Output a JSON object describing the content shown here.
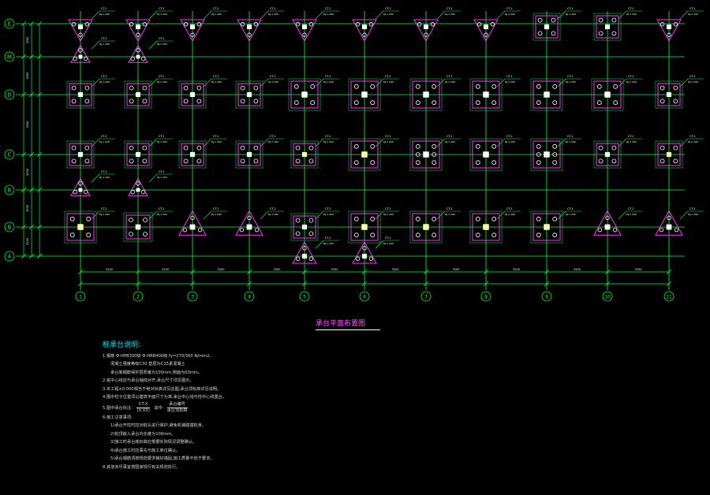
{
  "drawing": {
    "title": "承台平面布置图",
    "axes_letters": [
      "E",
      "M",
      "D",
      "C",
      "B",
      "B",
      "A"
    ],
    "axes_numbers": [
      "1",
      "2",
      "3",
      "4",
      "5",
      "6",
      "7",
      "8",
      "9",
      "10",
      "11"
    ],
    "cap_label": "CT-1",
    "cap_sub": "DJ-1 200",
    "dim_label": "3200",
    "colors": {
      "background": "#000000",
      "grid": "#00ff3c",
      "cap_outline": "#ff33ff",
      "pile": "#ffffff",
      "column": "#ffffaa",
      "text": "#ffffff"
    }
  },
  "notes": {
    "heading": "桩承台说明:",
    "line1": "1.钢筋 Φ-HPB300级 Φ-HRB400级 fy=270/360 N/mm2。",
    "line1a": "混凝土强度等级C30 垫层为C15素混凝土",
    "line1b": "承台底钢筋保护层厚度为100mm,侧面为50mm。",
    "line2": "2.桩中心线应与承台轴线对齐,承台尺寸详见图示。",
    "line3": "3.本工程±0.000相当于绝对标高详见总图,承台顶标高详见说明。",
    "line4": "4.图中柱子位置须以建筑平面尺寸为准,承台中心线与柱中心线重合。",
    "line5_pre": "5.图中承台标注:",
    "frac_top": "CT-X",
    "frac_bottom": "(X,XX)",
    "line5_mid": "其中",
    "frac2_top": "承台编号",
    "frac2_bottom": "承台顶标高",
    "line6": "6.施工注意事项:",
    "line6a": "1)承台开挖时应对桩头进行保护,避免机械碰撞桩身。",
    "line6b": "2)桩顶嵌入承台内长度为100mm。",
    "line6c": "3)施工时承台底标高应根据实际情况调整确认。",
    "line6d": "4)承台施工时应事先与施工单位确认。",
    "line6e": "5)承台钢筋须按规范要求做好锚固,施工质量不低于要求。",
    "line8": "8.其他未尽事宜按国家现行有关规范执行。"
  }
}
